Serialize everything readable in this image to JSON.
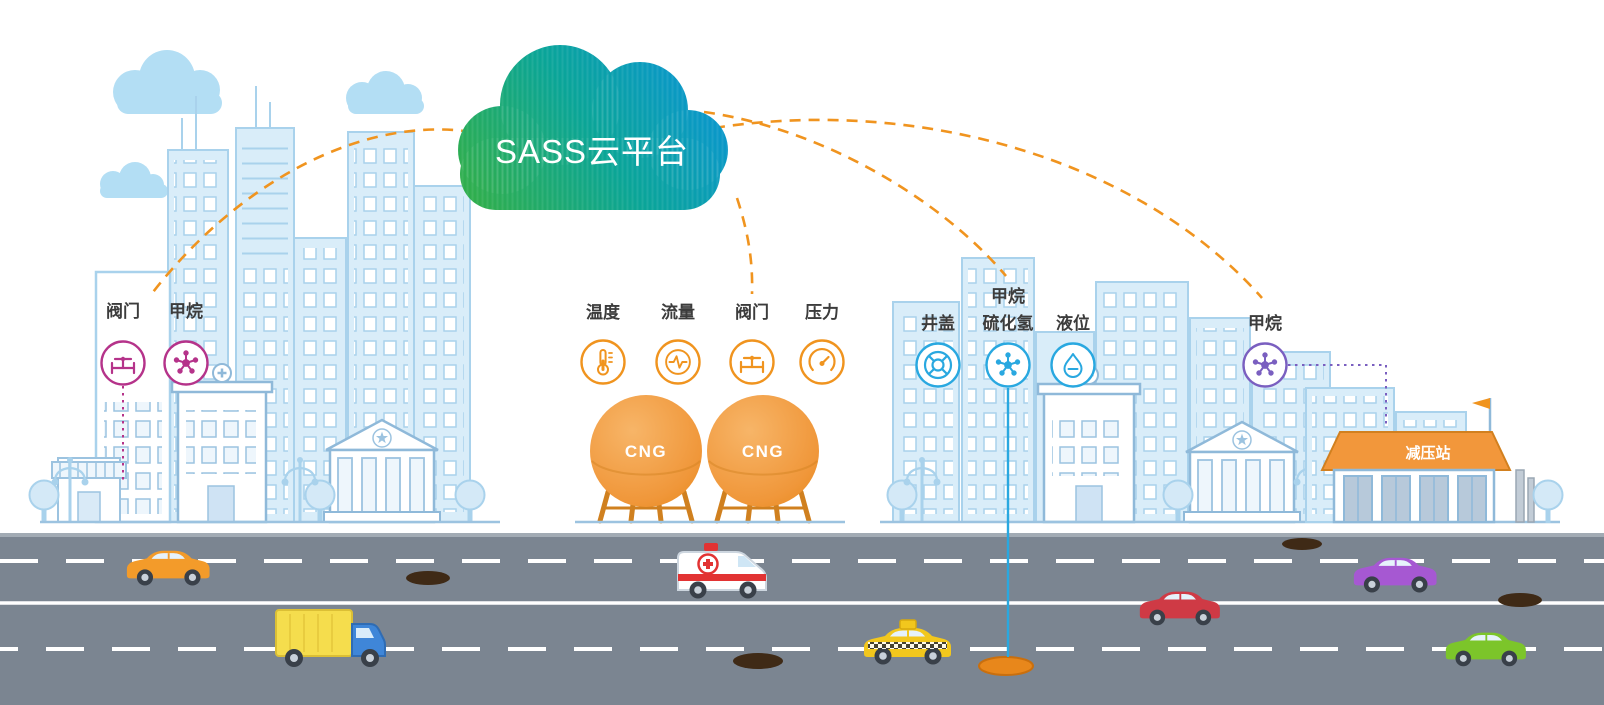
{
  "cloud": {
    "label": "SASS云平台"
  },
  "sensor_groups": [
    {
      "id": "city-gas-sensors",
      "color": "#b5338a",
      "sensors": [
        {
          "label": "阀门",
          "icon": "valve-icon"
        },
        {
          "label": "甲烷",
          "icon": "methane-molecule-icon"
        }
      ]
    },
    {
      "id": "cng-storage-sensors",
      "color": "#f0941f",
      "sensors": [
        {
          "label": "温度",
          "icon": "thermometer-icon"
        },
        {
          "label": "流量",
          "icon": "flow-meter-icon"
        },
        {
          "label": "阀门",
          "icon": "valve-icon"
        },
        {
          "label": "压力",
          "icon": "pressure-gauge-icon"
        }
      ]
    },
    {
      "id": "manhole-sensors",
      "color": "#29a8e0",
      "sensors": [
        {
          "label": "井盖",
          "icon": "manhole-cover-icon"
        },
        {
          "label": "甲烷",
          "label2": "硫化氢",
          "icon": "gas-molecule-icon"
        },
        {
          "label": "液位",
          "icon": "liquid-level-icon"
        }
      ]
    },
    {
      "id": "pressure-station-sensors",
      "color": "#7a5fc0",
      "sensors": [
        {
          "label": "甲烷",
          "icon": "methane-molecule-icon"
        }
      ]
    }
  ],
  "tanks": [
    {
      "label": "CNG"
    },
    {
      "label": "CNG"
    }
  ],
  "station": {
    "label": "减压站"
  },
  "colors": {
    "sensor_magenta": "#b5338a",
    "sensor_orange": "#f0941f",
    "sensor_blue": "#29a8e0",
    "sensor_purple": "#7a5fc0",
    "link_dashed_orange": "#f0941f",
    "cloud_gradient_green": "#2fae4e",
    "cloud_gradient_teal": "#0aa598",
    "cloud_gradient_blue": "#0a94d6",
    "tank_orange": "#ee9025",
    "road_gray": "#7b8591",
    "skyline_light_blue": "#d9edf9",
    "skyline_stroke": "#a9d2ec"
  }
}
